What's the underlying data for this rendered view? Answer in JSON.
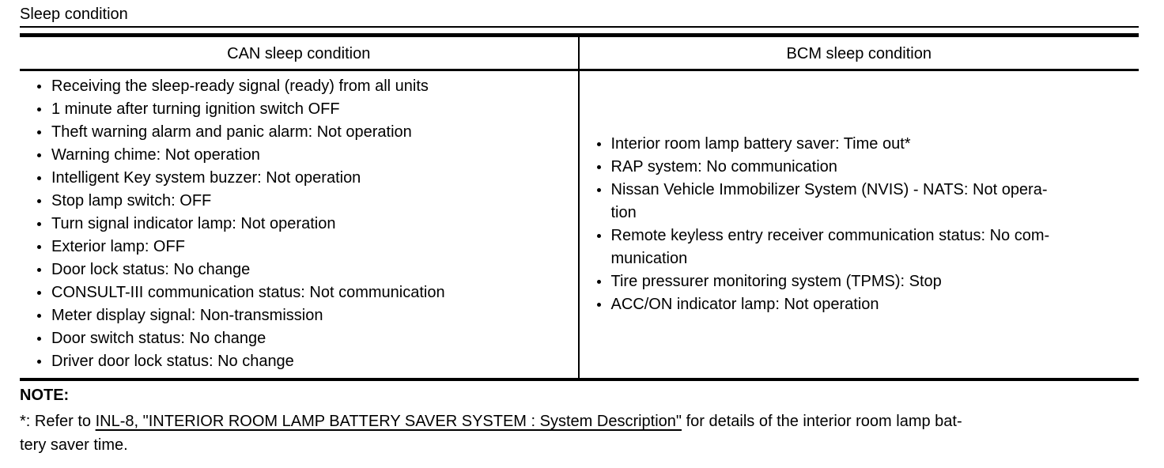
{
  "page": {
    "title": "Sleep condition"
  },
  "table": {
    "columns": [
      {
        "header": "CAN sleep condition"
      },
      {
        "header": "BCM sleep condition"
      }
    ],
    "can_items": [
      "Receiving the sleep-ready signal (ready) from all units",
      "1 minute after turning ignition switch OFF",
      "Theft warning alarm and panic alarm: Not operation",
      "Warning chime: Not operation",
      "Intelligent Key system buzzer: Not operation",
      "Stop lamp switch: OFF",
      "Turn signal indicator lamp: Not operation",
      "Exterior lamp: OFF",
      "Door lock status: No change",
      "CONSULT-III communication status: Not communication",
      "Meter display signal: Non-transmission",
      "Door switch status: No change",
      "Driver door lock status: No change"
    ],
    "bcm_items": [
      "Interior room lamp battery saver: Time out*",
      "RAP system: No communication",
      "Nissan Vehicle Immobilizer System (NVIS) - NATS: Not opera-\ntion",
      "Remote keyless entry receiver communication status: No com-\nmunication",
      "Tire pressurer monitoring system (TPMS): Stop",
      "ACC/ON indicator lamp: Not operation"
    ]
  },
  "note": {
    "label": "NOTE:",
    "prefix": "*: Refer to ",
    "link": "INL-8, \"INTERIOR ROOM LAMP BATTERY SAVER SYSTEM : System Description\"",
    "suffix": " for details of the interior room lamp bat-\ntery saver time."
  },
  "colors": {
    "text": "#000000",
    "background": "#ffffff",
    "border": "#000000"
  }
}
